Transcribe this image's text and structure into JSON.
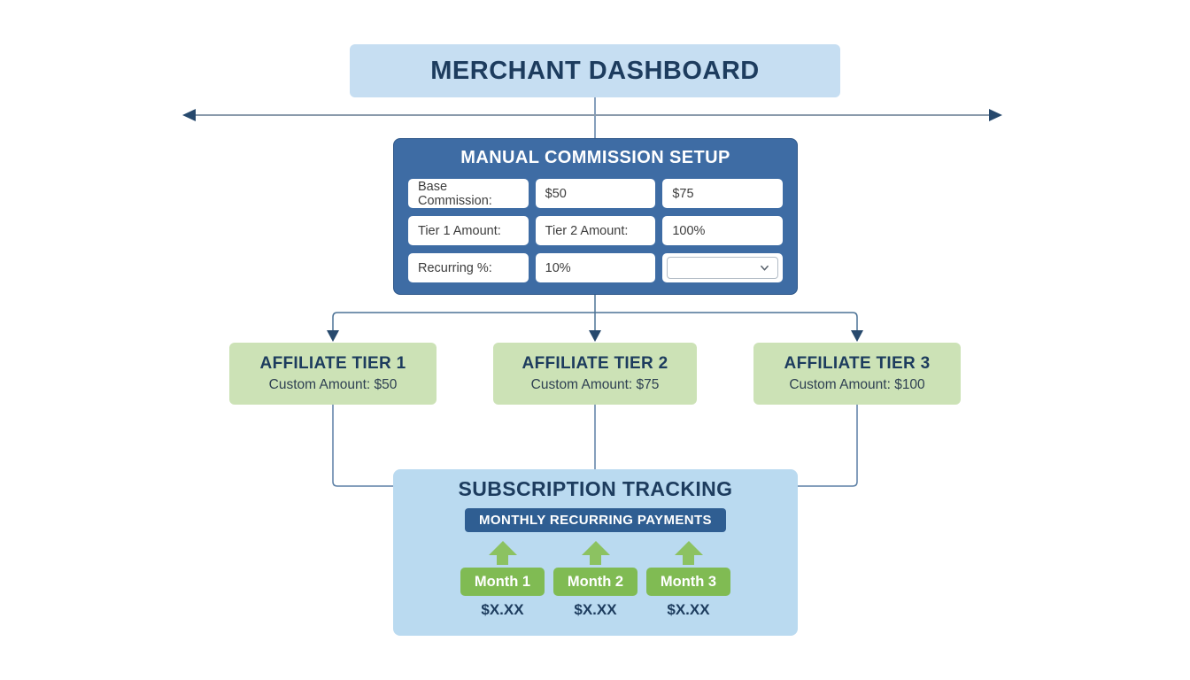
{
  "merchant": {
    "title": "MERCHANT DASHBOARD"
  },
  "commission": {
    "title": "MANUAL COMMISSION SETUP",
    "rows": [
      [
        "Base Commission:",
        "$50",
        "$75"
      ],
      [
        "Tier 1 Amount:",
        "Tier 2 Amount:",
        "100%"
      ],
      [
        "Recurring %:",
        "10%",
        ""
      ]
    ],
    "dropdown_value": ""
  },
  "tiers": [
    {
      "title": "AFFILIATE TIER 1",
      "subtitle": "Custom Amount: $50"
    },
    {
      "title": "AFFILIATE TIER 2",
      "subtitle": "Custom Amount: $75"
    },
    {
      "title": "AFFILIATE TIER 3",
      "subtitle": "Custom Amount: $100"
    }
  ],
  "subscription": {
    "title": "SUBSCRIPTION TRACKING",
    "badge": "MONTHLY RECURRING PAYMENTS",
    "months": [
      {
        "label": "Month 1",
        "value": "$X.XX"
      },
      {
        "label": "Month 2",
        "value": "$X.XX"
      },
      {
        "label": "Month 3",
        "value": "$X.XX"
      }
    ]
  },
  "icons": {
    "dropdown": "chevron-down-icon",
    "month_pointer": "arrow-up-icon"
  },
  "colors": {
    "header_bg": "#c6def2",
    "setup_bg": "#3e6ca4",
    "tier_bg": "#cce2b6",
    "subscription_bg": "#badaf0",
    "badge_bg": "#2f5e92",
    "month_green": "#80bb53",
    "arrow_green": "#8cc261",
    "title_navy": "#1d3c5e",
    "connector_steel": "#4c7296",
    "spread_line_gray": "#8a9aab",
    "arrowhead_navy": "#27496d"
  }
}
